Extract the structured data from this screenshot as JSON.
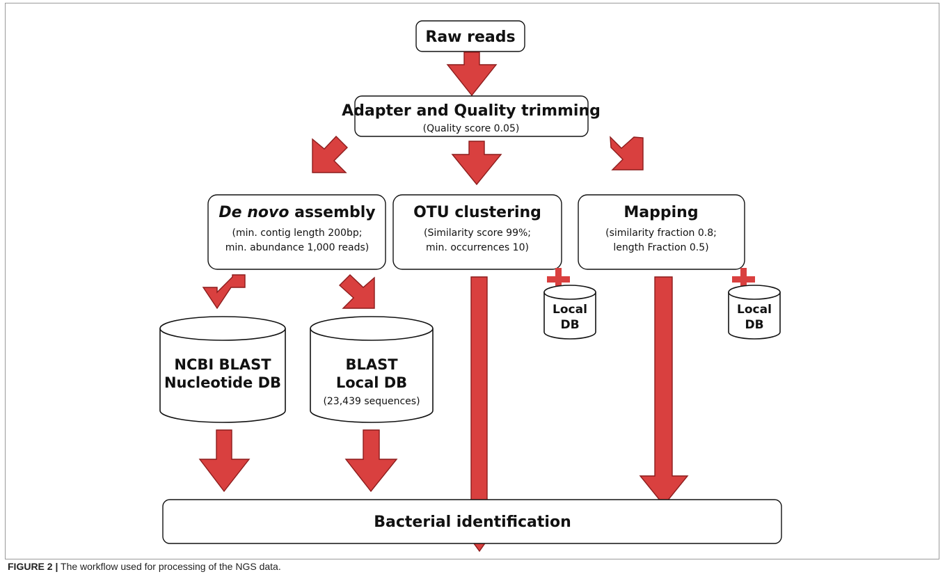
{
  "nodes": {
    "raw_reads": "Raw reads",
    "trimming": {
      "title": "Adapter and Quality trimming",
      "detail": "(Quality score 0.05)"
    },
    "assembly": {
      "title_italic": "De novo",
      "title_rest": " assembly",
      "detail_1": "(min. contig length 200bp;",
      "detail_2": "min. abundance 1,000 reads)"
    },
    "otu": {
      "title": "OTU clustering",
      "detail_1": "(Similarity score 99%;",
      "detail_2": "min. occurrences 10)"
    },
    "mapping": {
      "title": "Mapping",
      "detail_1": "(similarity fraction 0.8;",
      "detail_2": "length Fraction 0.5)"
    },
    "ncbi_db": {
      "line_1": "NCBI BLAST",
      "line_2": "Nucleotide DB"
    },
    "blast_local": {
      "line_1": "BLAST",
      "line_2": "Local DB",
      "detail": "(23,439 sequences)"
    },
    "otu_local_db": {
      "line_1": "Local",
      "line_2": "DB"
    },
    "mapping_local_db": {
      "line_1": "Local",
      "line_2": "DB"
    },
    "identification": "Bacterial identification"
  },
  "caption": {
    "label": "FIGURE 2 |",
    "text": " The workflow used for processing of the NGS data."
  },
  "colors": {
    "arrow_fill": "#d9403f",
    "arrow_stroke": "#8c1c1c",
    "box_stroke": "#111111"
  }
}
